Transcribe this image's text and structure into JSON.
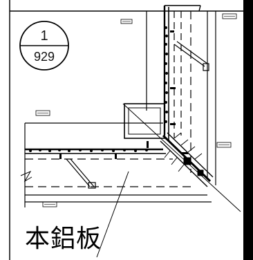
{
  "detail_marker": {
    "detail_number": "1",
    "sheet_number": "929"
  },
  "callout": {
    "label": "本鋁板"
  },
  "colors": {
    "line": "#000000",
    "background": "#ffffff"
  }
}
